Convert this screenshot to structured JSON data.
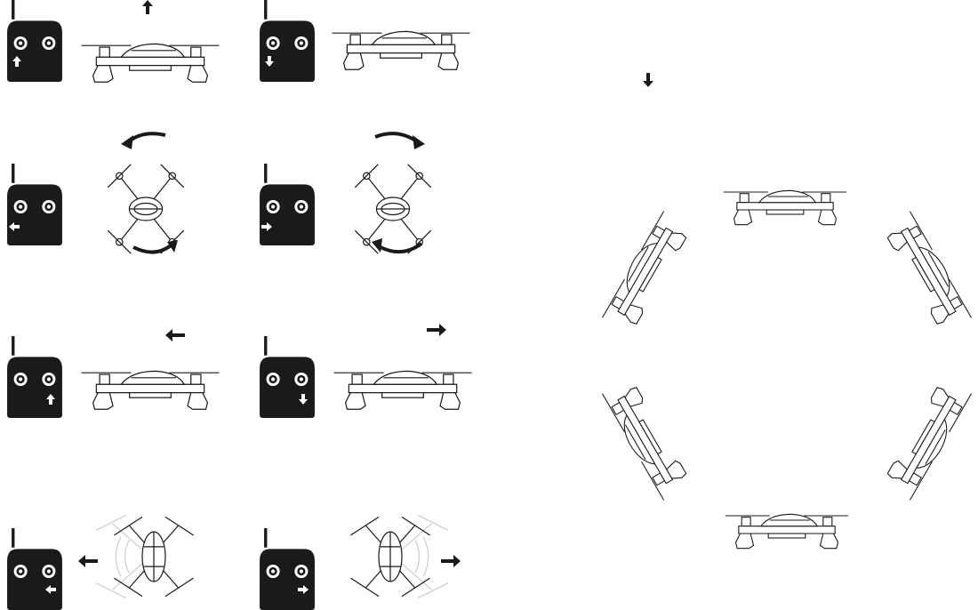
{
  "figure": {
    "maneuvers": [
      {
        "id": "ascend",
        "stick": "left",
        "stick_direction": "up",
        "motion_arrow": "up"
      },
      {
        "id": "descend",
        "stick": "left",
        "stick_direction": "down",
        "motion_arrow": "down"
      },
      {
        "id": "rotate-left",
        "stick": "left",
        "stick_direction": "left",
        "motion_arrow": "counterclockwise"
      },
      {
        "id": "rotate-right",
        "stick": "left",
        "stick_direction": "right",
        "motion_arrow": "clockwise"
      },
      {
        "id": "forward",
        "stick": "right",
        "stick_direction": "up",
        "motion_arrow": "left"
      },
      {
        "id": "backward",
        "stick": "right",
        "stick_direction": "down",
        "motion_arrow": "right"
      },
      {
        "id": "strafe-left",
        "stick": "right",
        "stick_direction": "left",
        "motion_arrow": "left"
      },
      {
        "id": "strafe-right",
        "stick": "right",
        "stick_direction": "right",
        "motion_arrow": "right"
      }
    ],
    "flip_diagram": {
      "drone_count": 6,
      "arrangement": "hexagon"
    },
    "colors": {
      "ink": "#1a1a1a",
      "paper": "#ffffff"
    }
  }
}
